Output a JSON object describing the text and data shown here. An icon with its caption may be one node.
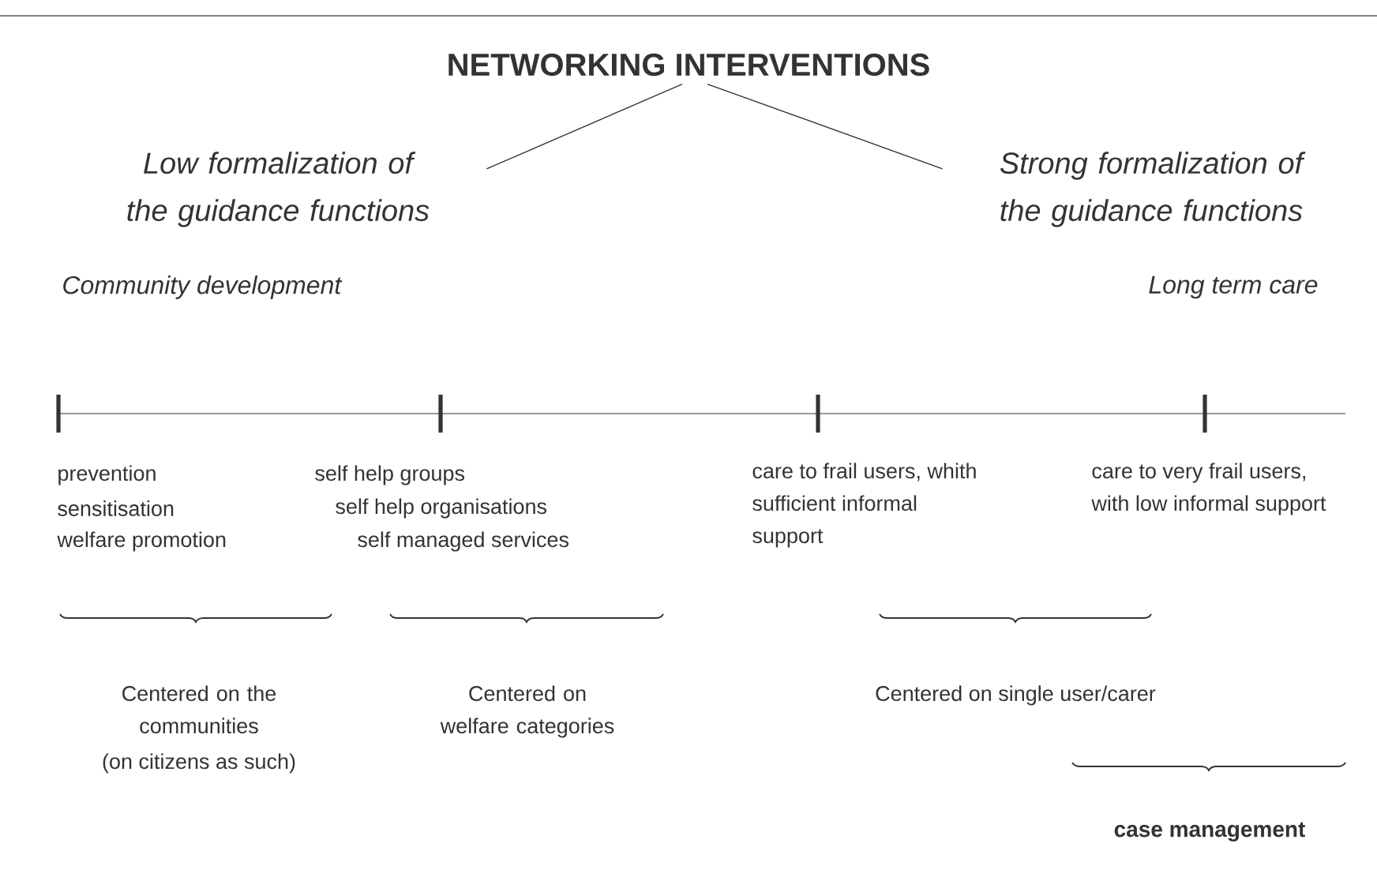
{
  "diagram": {
    "nodes": [
      {
        "text": [
          "NETWORKING INTERVENTIONS"
        ]
      },
      {
        "text": [
          "Low formalization of the guidance functions"
        ]
      },
      {
        "text": [
          "Strong formalization of the guidance functions"
        ]
      }
    ],
    "edges": [
      {
        "from": 0,
        "to": 1,
        "arrow": "none"
      },
      {
        "from": 0,
        "to": 2,
        "arrow": "none"
      }
    ],
    "labels": [
      "Community development",
      "Long term care",
      "prevention",
      "sensitisation",
      "welfare promotion",
      "self help groups",
      "self help organisations",
      "self managed services",
      "care to frail users, whith sufficient informal support",
      "care to very frail users, with low informal support",
      "Centered on the communities",
      "(on citizens as such)",
      "Centered on welfare categories",
      "Centered on single user/carer",
      "case management"
    ]
  }
}
